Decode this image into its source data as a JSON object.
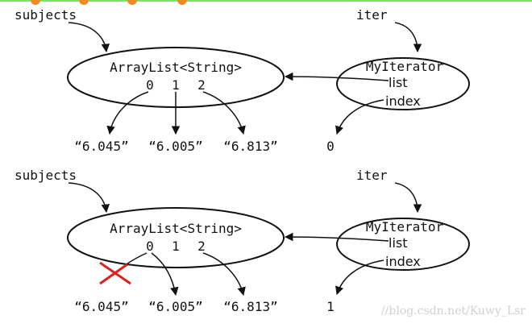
{
  "diagrams": [
    {
      "subjects_label": "subjects",
      "iter_label": "iter",
      "arraylist_title": "ArrayList<String>",
      "indices": [
        "0",
        "1",
        "2"
      ],
      "iterator_title": "MyIterator",
      "iterator_fields": [
        "list",
        "index"
      ],
      "values": [
        "“6.045”",
        "“6.005”",
        "“6.813”"
      ],
      "index_value": "0",
      "removed_first": false
    },
    {
      "subjects_label": "subjects",
      "iter_label": "iter",
      "arraylist_title": "ArrayList<String>",
      "indices": [
        "0",
        "1",
        "2"
      ],
      "iterator_title": "MyIterator",
      "iterator_fields": [
        "list",
        "index"
      ],
      "values": [
        "“6.045”",
        "“6.005”",
        "“6.813”"
      ],
      "index_value": "1",
      "removed_first": true
    }
  ],
  "watermark": "//blog.csdn.net/Kuwy_Lsr",
  "colors": {
    "top_bar": "#7ce06a",
    "dot": "#f08a24",
    "cross": "#e02020",
    "ink": "#111111"
  }
}
